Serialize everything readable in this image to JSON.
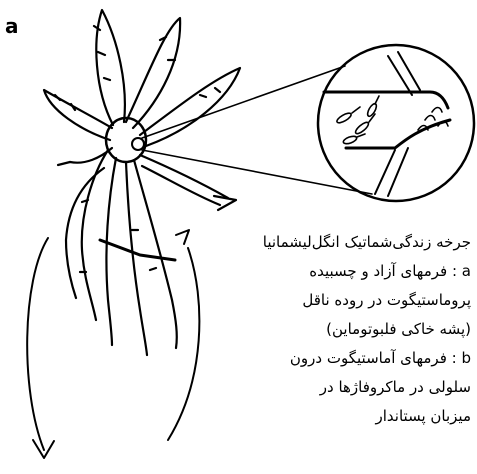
{
  "panel_label": "a",
  "caption_lines": [
    "جرخه زندگی‌شماتیک انگل‌لیشمانیا",
    "a : فرمهای آزاد و چسبیده",
    "پروماستیگوت در روده ناقل",
    "(پشه خاکی فلبوتوماین)",
    "b : فرمهای آماستیگوت درون",
    "سلولی در ماکروفاژها در",
    "میزبان پستاندار"
  ]
}
